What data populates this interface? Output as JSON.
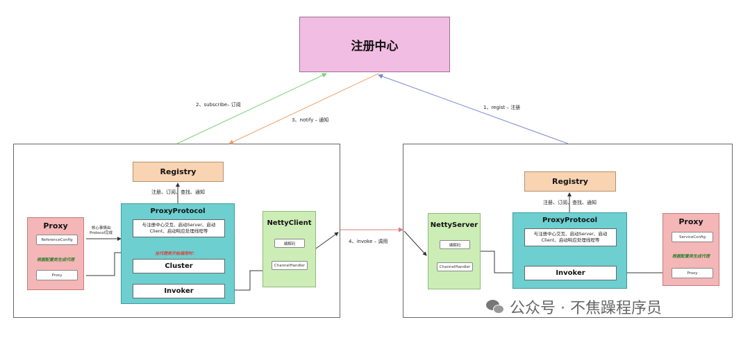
{
  "registry_center": "注册中心",
  "edges": {
    "subscribe": "2、subscribe– 订阅",
    "notify": "3、notify – 通知",
    "regist": "1、regist – 注册",
    "invoke": "4、invoke – 调用"
  },
  "colors": {
    "subscribe": "#7ed07a",
    "notify": "#f0a06a",
    "regist": "#7b87cf",
    "invoke": "#e07a7a"
  },
  "consumer": {
    "registry": "Registry",
    "registry_ops": "注册、订阅、查找、通知",
    "proxy_title": "Proxy",
    "reference_config": "ReferenceConfig",
    "gen_proxy": "根据配置类生成代理",
    "proxy_inner": "Proxy",
    "core_note_1": "核心事情由",
    "core_note_2": "Protocol完成",
    "protocol_title": "ProxyProtocol",
    "protocol_desc": "与注册中心交互、启动Server、启动Client、启动响应处理线程等",
    "call_note": "当代理类开始调用时：",
    "cluster": "Cluster",
    "invoker": "Invoker",
    "netty_title": "NettyClient",
    "codec": "编解码",
    "channel_handler": "ChannelHandler"
  },
  "provider": {
    "netty_title": "NettyServer",
    "codec": "编解码",
    "channel_handler": "ChannelHandler",
    "registry": "Registry",
    "registry_ops": "注册、订阅、查找、通知",
    "protocol_title": "ProxyProtocol",
    "protocol_desc": "与注册中心交互、启动Server、启动Client、启动响应处理线程等",
    "invoker": "Invoker",
    "proxy_title": "Proxy",
    "service_config": "ServiceConfig",
    "gen_proxy": "根据配置类生成代理",
    "proxy_inner": "Proxy"
  },
  "watermark": "公众号 · 不焦躁程序员",
  "watermark_icon": "wechat-icon"
}
